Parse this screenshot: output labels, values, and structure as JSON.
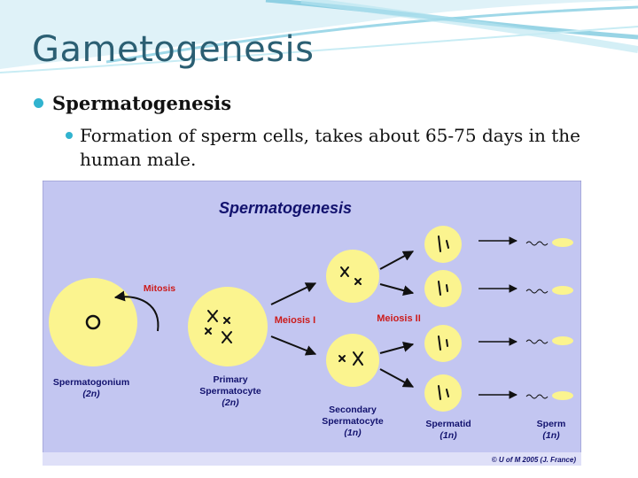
{
  "slide": {
    "title": "Gametogenesis",
    "bullet": "Spermatogenesis",
    "sub_bullet": "Formation of sperm cells, takes about 65-75 days in the human male."
  },
  "diagram": {
    "title": "Spermatogenesis",
    "labels": {
      "mitosis": "Mitosis",
      "meiosis1": "Meiosis I",
      "meiosis2": "Meiosis II",
      "spermatogonium": "Spermatogonium",
      "spermatogonium_ploidy": "(2n)",
      "primary_1": "Primary",
      "primary_2": "Spermatocyte",
      "primary_ploidy": "(2n)",
      "secondary_1": "Secondary",
      "secondary_2": "Spermatocyte",
      "secondary_ploidy": "(1n)",
      "spermatid": "Spermatid",
      "spermatid_ploidy": "(1n)",
      "sperm": "Sperm",
      "sperm_ploidy": "(1n)",
      "credit": "© U of M 2005 (J. France)"
    },
    "colors": {
      "background": "#c3c6f1",
      "cell": "#fbf48f",
      "label": "#12126e",
      "meiosis": "#cc1b1b",
      "arrow": "#111111"
    }
  }
}
